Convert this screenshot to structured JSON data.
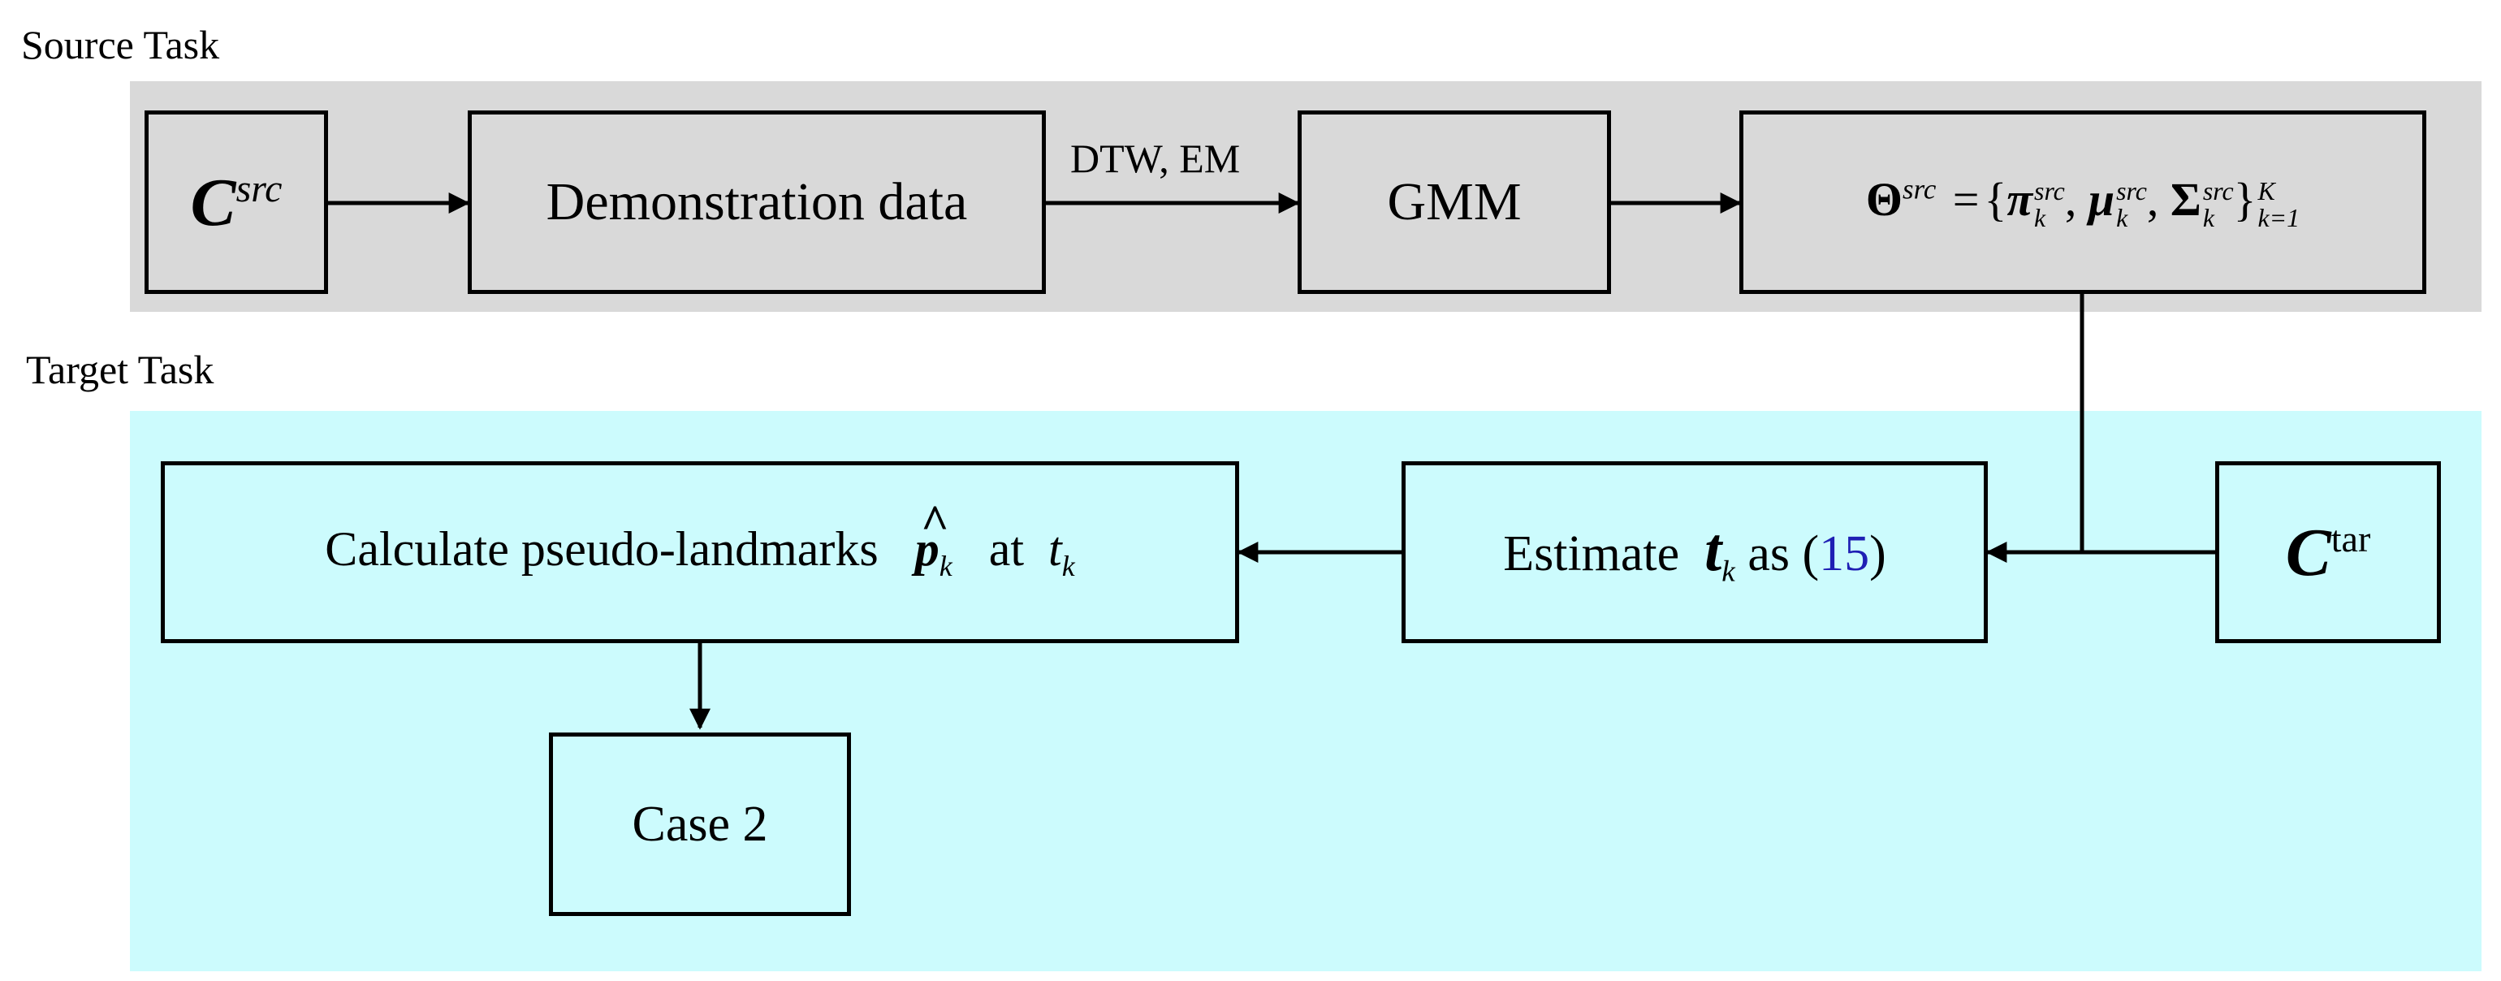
{
  "sections": {
    "source_label": "Source Task",
    "target_label": "Target Task"
  },
  "nodes": {
    "c_src": {
      "base": "C",
      "sup": "src"
    },
    "demo": {
      "label": "Demonstration data"
    },
    "gmm": {
      "label": "GMM"
    },
    "theta": {
      "lhs": "Θ",
      "lhs_sup": "src",
      "eq": "=",
      "open": "{",
      "pi": "π",
      "mu": "μ",
      "sigma": "Σ",
      "sup": "src",
      "sub": "k",
      "close": "}",
      "upper": "K",
      "lower": "k=1"
    },
    "calc": {
      "text": "Calculate pseudo-landmarks",
      "p": "p",
      "p_sub": "k",
      "at": "at",
      "t": "t",
      "t_sub": "k"
    },
    "estimate": {
      "text": "Estimate",
      "t": "t",
      "t_sub": "k",
      "as": "as (",
      "ref": "15",
      "close": ")"
    },
    "c_tar": {
      "base": "C",
      "sup": "tar"
    },
    "case2": {
      "label": "Case 2"
    }
  },
  "edges": {
    "demo_to_gmm_label": "DTW, EM"
  }
}
